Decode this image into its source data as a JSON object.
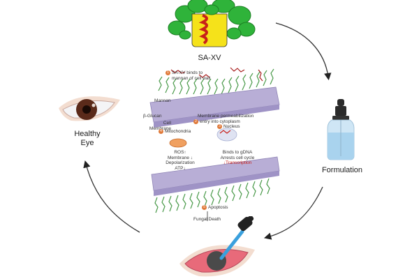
{
  "nodes": {
    "protein": {
      "label": "SA-XV"
    },
    "formulation": {
      "label": "Formulation"
    },
    "healthy_eye": {
      "label_line1": "Healthy",
      "label_line2": "Eye"
    }
  },
  "mechanism": {
    "layers": {
      "mannan": "Mannan",
      "glucan": "β-Glucan",
      "membrane_line1": "Cell",
      "membrane_line2": "Membrane"
    },
    "steps": [
      {
        "num": "1",
        "text_line1": "SA-XV binds to",
        "text_line2": "mannan of cell wall"
      },
      {
        "num": "2",
        "text_line1": "Membrane permeabilization",
        "text_line2": "entry into cytoplasm"
      },
      {
        "num": "3",
        "text": "Nucleus"
      },
      {
        "num": "4",
        "text": "Mitochondria"
      },
      {
        "num": "5",
        "text": "Apoptosis"
      }
    ],
    "mito_effects": [
      "ROS↑",
      "Membrane ↓",
      "Depolarization",
      "ATP↓"
    ],
    "nucleus_effects": [
      "Binds to gDNA",
      "Arrests cell cycle",
      "↓Transcription"
    ],
    "outcome": "Fungal Death"
  },
  "colors": {
    "protein_green": "#2fb33a",
    "box_yellow": "#f5e21a",
    "helix_red": "#c8201a",
    "membrane_purple": "#b8aed6",
    "step_orange": "#e07a3a",
    "liquid_blue": "#a9d3ee",
    "iris_brown": "#5a2a1a",
    "arrow": "#222222"
  }
}
